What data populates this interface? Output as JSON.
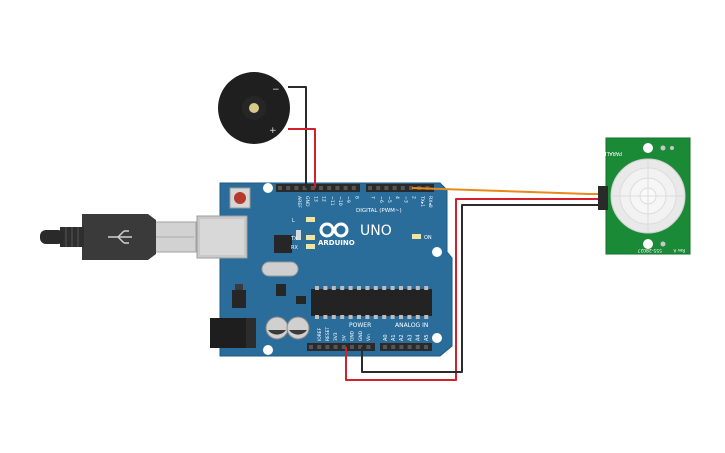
{
  "board": {
    "brand": "ARDUINO",
    "model": "UNO",
    "on_label": "ON",
    "tx_label": "TX",
    "rx_label": "RX",
    "l_label": "L",
    "digital_label": "DIGITAL (PWM~)",
    "digital_pins": [
      "AREF",
      "GND",
      "13",
      "12",
      "~11",
      "~10",
      "~9",
      "8",
      "7",
      "~6",
      "~5",
      "4",
      "~3",
      "2",
      "TX▸1",
      "RX◂0"
    ],
    "power_label": "POWER",
    "power_pins": [
      "IOREF",
      "RESET",
      "3V3",
      "5V",
      "GND",
      "GND",
      "Vin"
    ],
    "analog_label": "ANALOG IN",
    "analog_pins": [
      "A0",
      "A1",
      "A2",
      "A3",
      "A4",
      "A5"
    ]
  },
  "pir_sensor": {
    "brand": "PARALLAX",
    "part": "555-28027",
    "name": "PIR Sensor",
    "rev": "Rev A"
  },
  "buzzer": {
    "minus": "−",
    "plus": "+"
  },
  "wires": {
    "black": "#2b2b2b",
    "red": "#d4202a",
    "orange": "#e8891a"
  },
  "colors": {
    "board": "#2a6c9a",
    "pir_pcb": "#1a8a36",
    "header": "#2a2a2a"
  }
}
